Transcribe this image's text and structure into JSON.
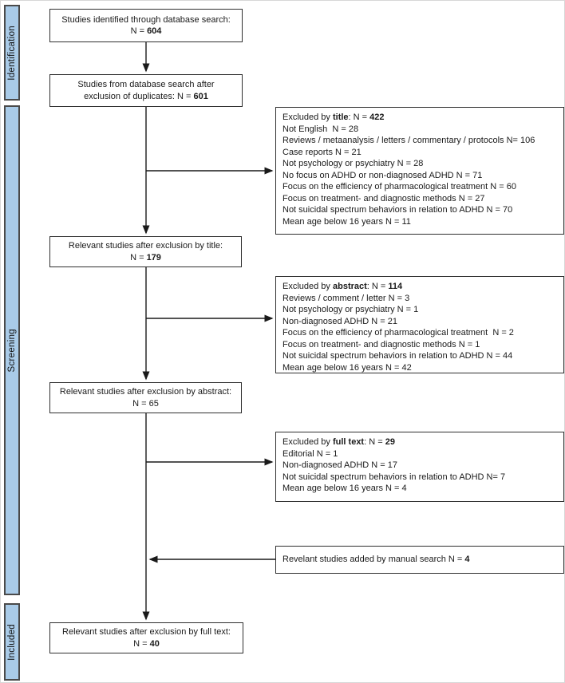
{
  "diagram": {
    "type": "prisma-flowchart",
    "accent_fill": "#a9cbe8",
    "line_color": "#1a1a1a"
  },
  "sidebar": {
    "labels": [
      {
        "id": "identification",
        "text": "Identification"
      },
      {
        "id": "screening",
        "text": "Screening"
      },
      {
        "id": "included",
        "text": "Included"
      }
    ]
  },
  "boxes": {
    "identified": {
      "lines": [
        [
          {
            "t": "Studies identified through database search:"
          }
        ],
        [
          {
            "t": "N = "
          },
          {
            "t": "604",
            "b": true
          }
        ]
      ]
    },
    "after_duplicates": {
      "lines": [
        [
          {
            "t": "Studies from database search after"
          }
        ],
        [
          {
            "t": "exclusion of duplicates: N = "
          },
          {
            "t": "601",
            "b": true
          }
        ]
      ]
    },
    "after_title": {
      "lines": [
        [
          {
            "t": "Relevant studies after exclusion by title:"
          }
        ],
        [
          {
            "t": "N = "
          },
          {
            "t": "179",
            "b": true
          }
        ]
      ]
    },
    "after_abstract": {
      "lines": [
        [
          {
            "t": "Relevant studies after exclusion by abstract:"
          }
        ],
        [
          {
            "t": "N = 65"
          }
        ]
      ]
    },
    "after_fulltext": {
      "lines": [
        [
          {
            "t": "Relevant studies after exclusion by full text:"
          }
        ],
        [
          {
            "t": "N = "
          },
          {
            "t": "40",
            "b": true
          }
        ]
      ]
    },
    "excluded_title": {
      "lines": [
        [
          {
            "t": "Excluded by "
          },
          {
            "t": "title",
            "b": true
          },
          {
            "t": ": N = "
          },
          {
            "t": "422",
            "b": true
          }
        ],
        [
          {
            "t": "Not English  N = 28"
          }
        ],
        [
          {
            "t": "Reviews / metaanalysis / letters / commentary / protocols N= 106"
          }
        ],
        [
          {
            "t": "Case reports N = 21"
          }
        ],
        [
          {
            "t": "Not psychology or psychiatry N = 28"
          }
        ],
        [
          {
            "t": "No focus on ADHD or non-diagnosed ADHD N = 71"
          }
        ],
        [
          {
            "t": "Focus on the efficiency of pharmacological treatment N = 60"
          }
        ],
        [
          {
            "t": "Focus on treatment- and diagnostic methods N = 27"
          }
        ],
        [
          {
            "t": "Not suicidal spectrum behaviors in relation to ADHD N = 70"
          }
        ],
        [
          {
            "t": "Mean age below 16 years N = 11"
          }
        ]
      ]
    },
    "excluded_abstract": {
      "lines": [
        [
          {
            "t": "Excluded by "
          },
          {
            "t": "abstract",
            "b": true
          },
          {
            "t": ": N = "
          },
          {
            "t": "114",
            "b": true
          }
        ],
        [
          {
            "t": "Reviews / comment / letter N = 3"
          }
        ],
        [
          {
            "t": "Not psychology or psychiatry N = 1"
          }
        ],
        [
          {
            "t": "Non-diagnosed ADHD N = 21"
          }
        ],
        [
          {
            "t": "Focus on the efficiency of pharmacological treatment  N = 2"
          }
        ],
        [
          {
            "t": "Focus on treatment- and diagnostic methods N = 1"
          }
        ],
        [
          {
            "t": "Not suicidal spectrum behaviors in relation to ADHD N = 44"
          }
        ],
        [
          {
            "t": "Mean age below 16 years N = 42"
          }
        ]
      ]
    },
    "excluded_fulltext": {
      "lines": [
        [
          {
            "t": "Excluded by "
          },
          {
            "t": "full text",
            "b": true
          },
          {
            "t": ": N = "
          },
          {
            "t": "29",
            "b": true
          }
        ],
        [
          {
            "t": "Editorial N = 1"
          }
        ],
        [
          {
            "t": "Non-diagnosed ADHD N = 17"
          }
        ],
        [
          {
            "t": "Not suicidal spectrum behaviors in relation to ADHD N= 7"
          }
        ],
        [
          {
            "t": "Mean age below 16 years N = 4"
          }
        ]
      ]
    },
    "manual_search": {
      "lines": [
        [
          {
            "t": "Revelant studies added by manual search N = "
          },
          {
            "t": "4",
            "b": true
          }
        ]
      ]
    }
  }
}
